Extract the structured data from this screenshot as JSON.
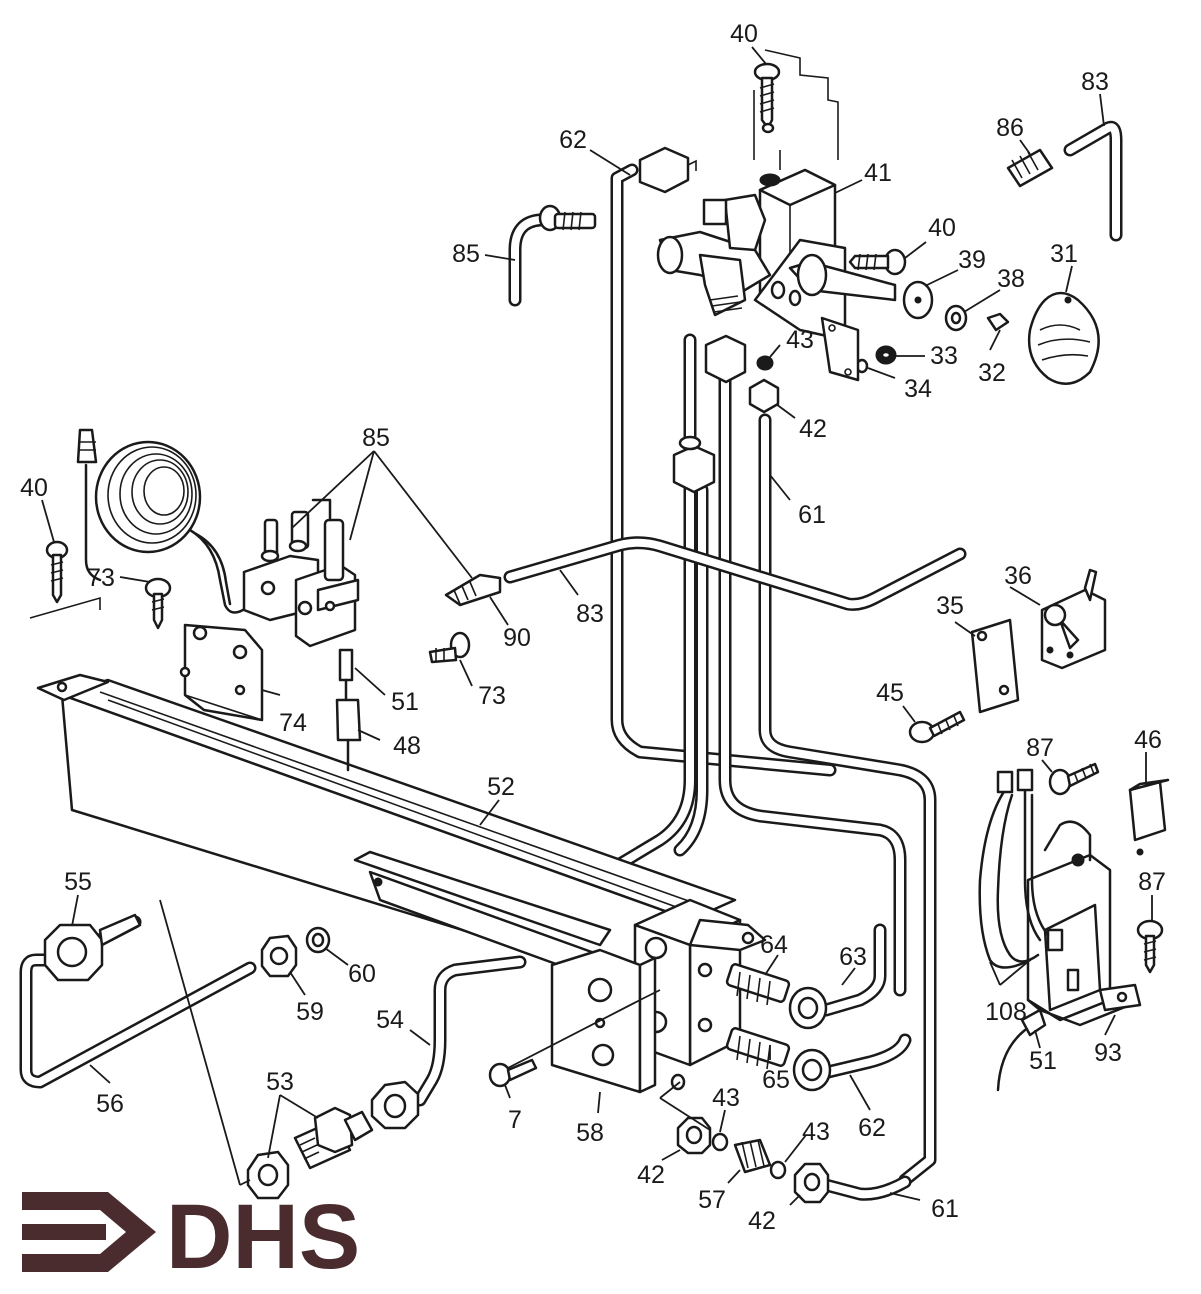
{
  "logo": {
    "text": "DHS",
    "color": "#4a2c2f"
  },
  "callouts": [
    {
      "id": "c40a",
      "text": "40"
    },
    {
      "id": "c83a",
      "text": "83"
    },
    {
      "id": "c86",
      "text": "86"
    },
    {
      "id": "c62a",
      "text": "62"
    },
    {
      "id": "c41",
      "text": "41"
    },
    {
      "id": "c85a",
      "text": "85"
    },
    {
      "id": "c40b",
      "text": "40"
    },
    {
      "id": "c31",
      "text": "31"
    },
    {
      "id": "c39",
      "text": "39"
    },
    {
      "id": "c38",
      "text": "38"
    },
    {
      "id": "c43a",
      "text": "43"
    },
    {
      "id": "c33",
      "text": "33"
    },
    {
      "id": "c32",
      "text": "32"
    },
    {
      "id": "c34",
      "text": "34"
    },
    {
      "id": "c42a",
      "text": "42"
    },
    {
      "id": "c85b",
      "text": "85"
    },
    {
      "id": "c40c",
      "text": "40"
    },
    {
      "id": "c61a",
      "text": "61"
    },
    {
      "id": "c73a",
      "text": "73"
    },
    {
      "id": "c90",
      "text": "90"
    },
    {
      "id": "c83b",
      "text": "83"
    },
    {
      "id": "c36",
      "text": "36"
    },
    {
      "id": "c35",
      "text": "35"
    },
    {
      "id": "c51a",
      "text": "51"
    },
    {
      "id": "c73b",
      "text": "73"
    },
    {
      "id": "c74",
      "text": "74"
    },
    {
      "id": "c48",
      "text": "48"
    },
    {
      "id": "c45",
      "text": "45"
    },
    {
      "id": "c87a",
      "text": "87"
    },
    {
      "id": "c46",
      "text": "46"
    },
    {
      "id": "c52",
      "text": "52"
    },
    {
      "id": "c55",
      "text": "55"
    },
    {
      "id": "c87b",
      "text": "87"
    },
    {
      "id": "c64",
      "text": "64"
    },
    {
      "id": "c63",
      "text": "63"
    },
    {
      "id": "c60",
      "text": "60"
    },
    {
      "id": "c59",
      "text": "59"
    },
    {
      "id": "c54",
      "text": "54"
    },
    {
      "id": "c108",
      "text": "108"
    },
    {
      "id": "c53",
      "text": "53"
    },
    {
      "id": "c56",
      "text": "56"
    },
    {
      "id": "c7",
      "text": "7"
    },
    {
      "id": "c58",
      "text": "58"
    },
    {
      "id": "c43b",
      "text": "43"
    },
    {
      "id": "c65",
      "text": "65"
    },
    {
      "id": "c62b",
      "text": "62"
    },
    {
      "id": "c51b",
      "text": "51"
    },
    {
      "id": "c93",
      "text": "93"
    },
    {
      "id": "c43c",
      "text": "43"
    },
    {
      "id": "c42b",
      "text": "42"
    },
    {
      "id": "c57",
      "text": "57"
    },
    {
      "id": "c42c",
      "text": "42"
    },
    {
      "id": "c61b",
      "text": "61"
    }
  ]
}
